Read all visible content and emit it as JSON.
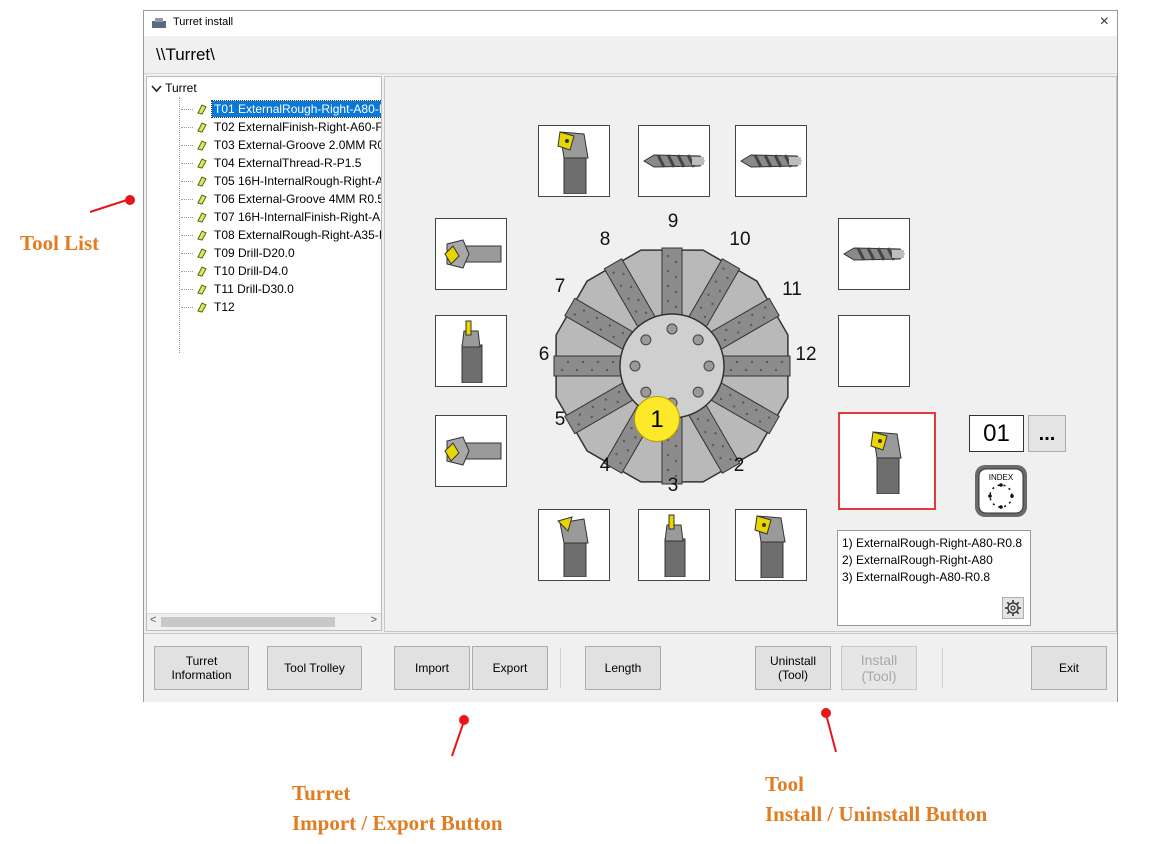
{
  "window": {
    "title": "Turret install",
    "close_glyph": "×",
    "path": "\\\\Turret\\"
  },
  "tree": {
    "root_label": "Turret",
    "items": [
      {
        "label": "T01 ExternalRough-Right-A80-I",
        "selected": true
      },
      {
        "label": "T02 ExternalFinish-Right-A60-F"
      },
      {
        "label": "T03 External-Groove 2.0MM R0"
      },
      {
        "label": "T04 ExternalThread-R-P1.5"
      },
      {
        "label": "T05 16H-InternalRough-Right-A"
      },
      {
        "label": "T06 External-Groove 4MM R0.5"
      },
      {
        "label": "T07 16H-InternalFinish-Right-A"
      },
      {
        "label": "T08 ExternalRough-Right-A35-I"
      },
      {
        "label": "T09 Drill-D20.0"
      },
      {
        "label": "T10 Drill-D4.0"
      },
      {
        "label": "T11 Drill-D30.0"
      },
      {
        "label": "T12"
      }
    ],
    "scroll_left": "<",
    "scroll_right": ">"
  },
  "turret": {
    "positions": [
      "1",
      "2",
      "3",
      "4",
      "5",
      "6",
      "7",
      "8",
      "9",
      "10",
      "11",
      "12"
    ],
    "current_position": "1",
    "selected_tool_number": "01",
    "browse_label": "...",
    "index_label": "INDEX",
    "tool_descriptions": [
      "1) ExternalRough-Right-A80-R0.8",
      "2) ExternalRough-Right-A80",
      "3) ExternalRough-A80-R0.8"
    ],
    "slot_tools": [
      {
        "slot": "9",
        "tool": "drill"
      },
      {
        "slot": "8",
        "tool": "external-turning"
      },
      {
        "slot": "10",
        "tool": "drill"
      },
      {
        "slot": "11",
        "tool": "drill"
      },
      {
        "slot": "12",
        "tool": "empty"
      },
      {
        "slot": "7",
        "tool": "boring-bar"
      },
      {
        "slot": "6",
        "tool": "grooving"
      },
      {
        "slot": "5",
        "tool": "boring-bar"
      },
      {
        "slot": "4",
        "tool": "threading"
      },
      {
        "slot": "3",
        "tool": "grooving"
      },
      {
        "slot": "2",
        "tool": "external-turning"
      },
      {
        "slot": "1",
        "tool": "external-turning",
        "selected": true
      }
    ]
  },
  "buttons": {
    "turret_info": "Turret\nInformation",
    "tool_trolley": "Tool Trolley",
    "import": "Import",
    "export": "Export",
    "length": "Length",
    "uninstall": "Uninstall\n(Tool)",
    "install": "Install\n(Tool)",
    "exit": "Exit"
  },
  "annotations": {
    "tool_list": "Tool List",
    "import_export_line1": "Turret",
    "import_export_line2": "Import / Export Button",
    "install_line1": "Tool",
    "install_line2": "Install / Uninstall Button"
  },
  "colors": {
    "selection": "#0a78d7",
    "annotation_text": "#e07d22",
    "annotation_pin": "#e8151a",
    "position_indicator": "#fde92a",
    "selected_slot_border": "#e23b3b"
  }
}
